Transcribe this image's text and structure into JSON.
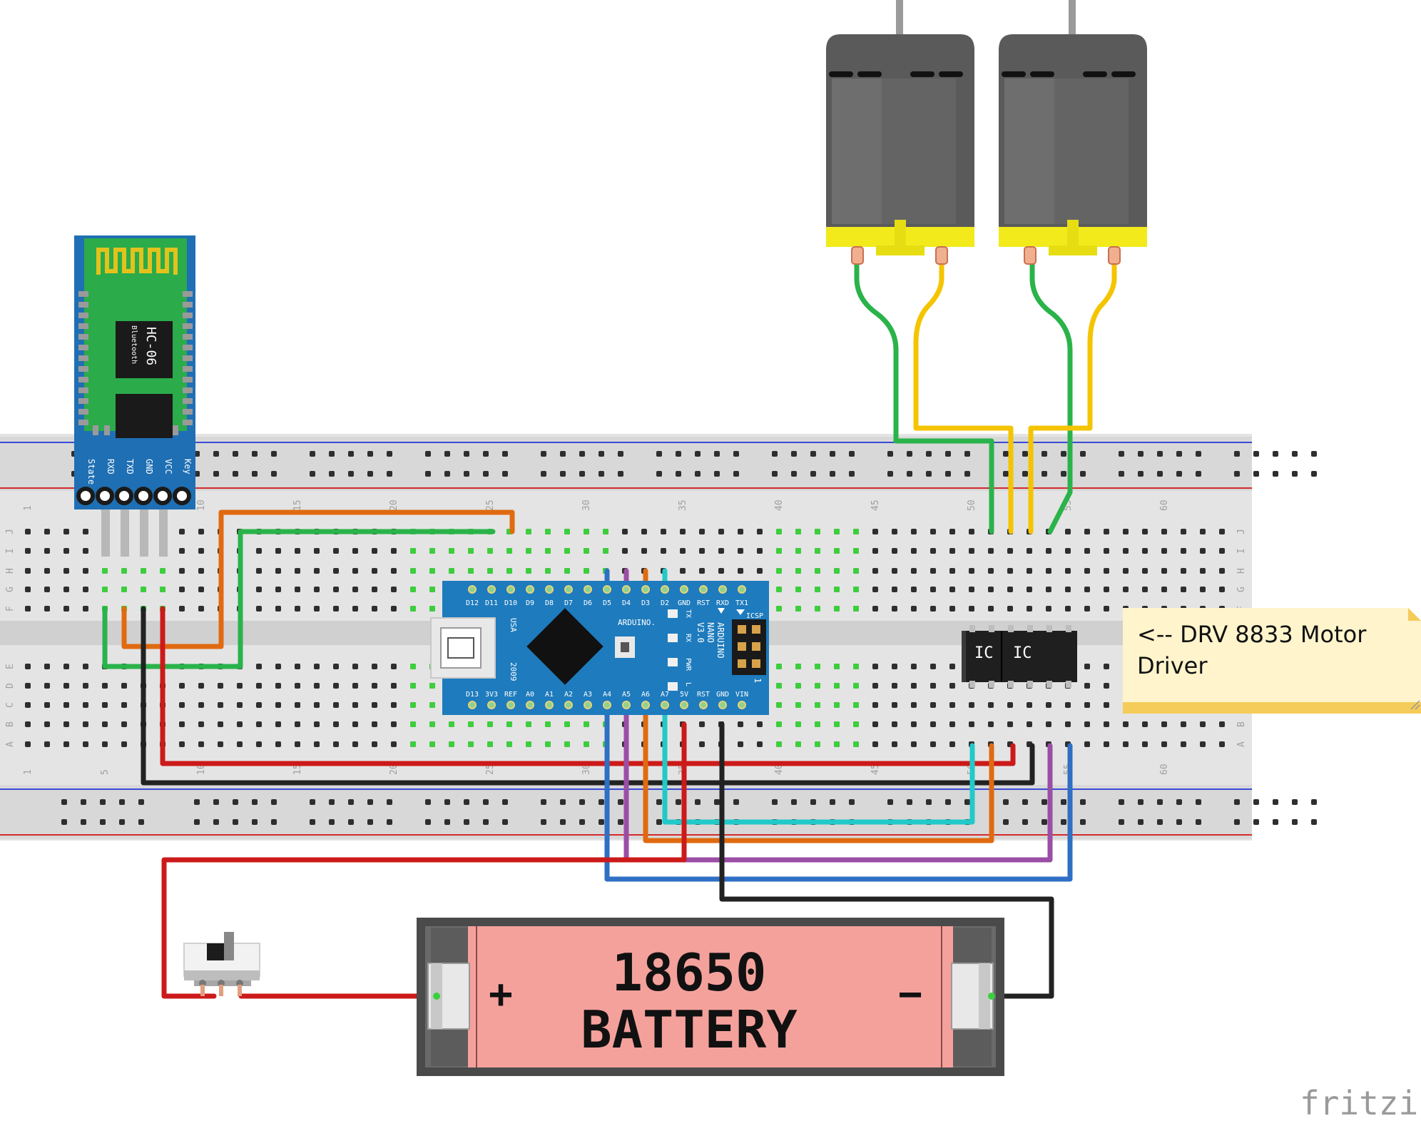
{
  "bluetooth": {
    "chip_title": "HC-06",
    "chip_subtitle": "Bluetooth",
    "pins": [
      "State",
      "RXD",
      "TXD",
      "GND",
      "VCC",
      "Key"
    ]
  },
  "breadboard": {
    "column_numbers": [
      "1",
      "5",
      "10",
      "15",
      "20",
      "25",
      "30",
      "35",
      "40",
      "45",
      "50",
      "55",
      "60"
    ],
    "row_letters_top": [
      "J",
      "I",
      "H",
      "G",
      "F"
    ],
    "row_letters_bottom": [
      "E",
      "D",
      "C",
      "B",
      "A"
    ]
  },
  "nano": {
    "top_pins": [
      "D12",
      "D11",
      "D10",
      "D9",
      "D8",
      "D7",
      "D6",
      "D5",
      "D4",
      "D3",
      "D2",
      "GND",
      "RST",
      "RXD",
      "TX1"
    ],
    "bottom_pins": [
      "D13",
      "3V3",
      "REF",
      "A0",
      "A1",
      "A2",
      "A3",
      "A4",
      "A5",
      "A6",
      "A7",
      "5V",
      "RST",
      "GND",
      "VIN"
    ],
    "usa_label": "USA",
    "year_label": "2009",
    "board_text": [
      "ARDUINO",
      "NANO",
      "V3.0"
    ],
    "board_label_partial": "ARDUINO.",
    "led_labels": [
      "TX",
      "RX",
      "PWR",
      "L"
    ],
    "icsp_label": "ICSP",
    "icsp_pin1": "1"
  },
  "driver": {
    "ic_labels": [
      "IC",
      "IC"
    ]
  },
  "note": {
    "line1": "<-- DRV 8833 Motor",
    "line2": "Driver"
  },
  "battery": {
    "line1": "18650",
    "line2": "BATTERY",
    "plus": "+",
    "minus": "−"
  },
  "brand": "fritzing",
  "colors": {
    "wire_red": "#cc1a1a",
    "wire_black": "#222222",
    "wire_green": "#2ab34a",
    "wire_yellow": "#f5c400",
    "wire_orange": "#e06a10",
    "wire_purple": "#9b4ea6",
    "wire_blue": "#2f6fc4",
    "wire_cyan": "#22c9c9",
    "nano_blue": "#1e7bbd",
    "bt_green": "#2bab4a",
    "battery_pink": "#f4a19c"
  }
}
